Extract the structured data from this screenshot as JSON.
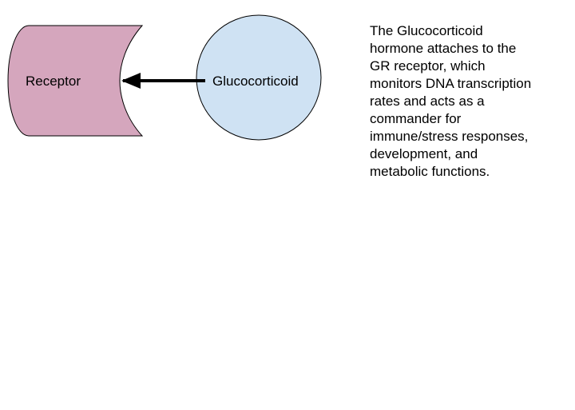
{
  "receptor": {
    "label": "Receptor",
    "fill": "#d5a6bd"
  },
  "glucocorticoid": {
    "label": "Glucocorticoid",
    "fill": "#cfe2f3"
  },
  "arrow": {
    "from": "Glucocorticoid",
    "to": "Receptor",
    "color": "#000000"
  },
  "description": {
    "text": "The Glucocorticoid\nhormone attaches to the\nGR receptor, which\nmonitors DNA transcription\nrates and acts as a\ncommander for\nimmune/stress responses,\ndevelopment, and\nmetabolic functions."
  },
  "stroke_color": "#000000"
}
